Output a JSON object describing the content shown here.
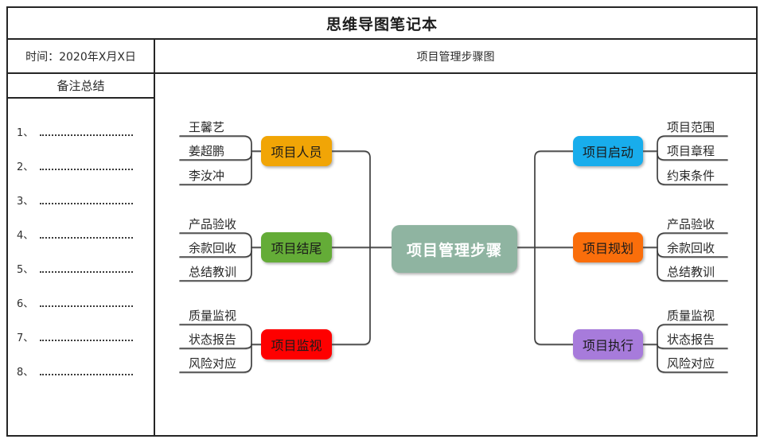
{
  "header": {
    "title": "思维导图笔记本",
    "time_label": "时间：2020年X月X日",
    "subtitle": "项目管理步骤图"
  },
  "sidebar": {
    "notes_title": "备注总结",
    "items": [
      "1、",
      "2、",
      "3、",
      "4、",
      "5、",
      "6、",
      "7、",
      "8、"
    ]
  },
  "mindmap": {
    "center": {
      "label": "项目管理步骤",
      "color": "#8FB4A1"
    },
    "left_branches": [
      {
        "label": "项目人员",
        "color": "#F1A506",
        "children": [
          "王馨艺",
          "姜超鹏",
          "李汝冲"
        ]
      },
      {
        "label": "项目结尾",
        "color": "#64AC37",
        "children": [
          "产品验收",
          "余款回收",
          "总结教训"
        ]
      },
      {
        "label": "项目监视",
        "color": "#FE0000",
        "children": [
          "质量监视",
          "状态报告",
          "风险对应"
        ]
      }
    ],
    "right_branches": [
      {
        "label": "项目启动",
        "color": "#18ADEC",
        "children": [
          "项目范围",
          "项目章程",
          "约束条件"
        ]
      },
      {
        "label": "项目规划",
        "color": "#FA6E0B",
        "children": [
          "产品验收",
          "余款回收",
          "总结教训"
        ]
      },
      {
        "label": "项目执行",
        "color": "#A77BDB",
        "children": [
          "质量监视",
          "状态报告",
          "风险对应"
        ]
      }
    ]
  },
  "colors": {
    "line": "#3c3c3c",
    "border": "#252525"
  }
}
